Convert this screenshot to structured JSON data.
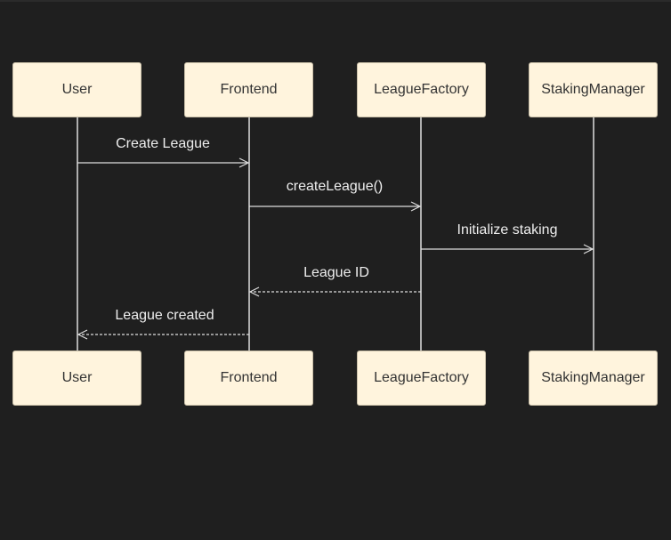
{
  "diagram": {
    "type": "sequence",
    "participants": [
      "User",
      "Frontend",
      "LeagueFactory",
      "StakingManager"
    ],
    "messages": [
      {
        "from": 0,
        "to": 1,
        "label": "Create League",
        "style": "solid"
      },
      {
        "from": 1,
        "to": 2,
        "label": "createLeague()",
        "style": "solid"
      },
      {
        "from": 2,
        "to": 3,
        "label": "Initialize staking",
        "style": "solid"
      },
      {
        "from": 2,
        "to": 1,
        "label": "League ID",
        "style": "dashed"
      },
      {
        "from": 1,
        "to": 0,
        "label": "League created",
        "style": "dashed"
      }
    ]
  },
  "colors": {
    "background": "#1f1f1f",
    "actor_fill": "#fff4dd",
    "actor_border": "#c9bfa8",
    "line": "#dddddd"
  }
}
